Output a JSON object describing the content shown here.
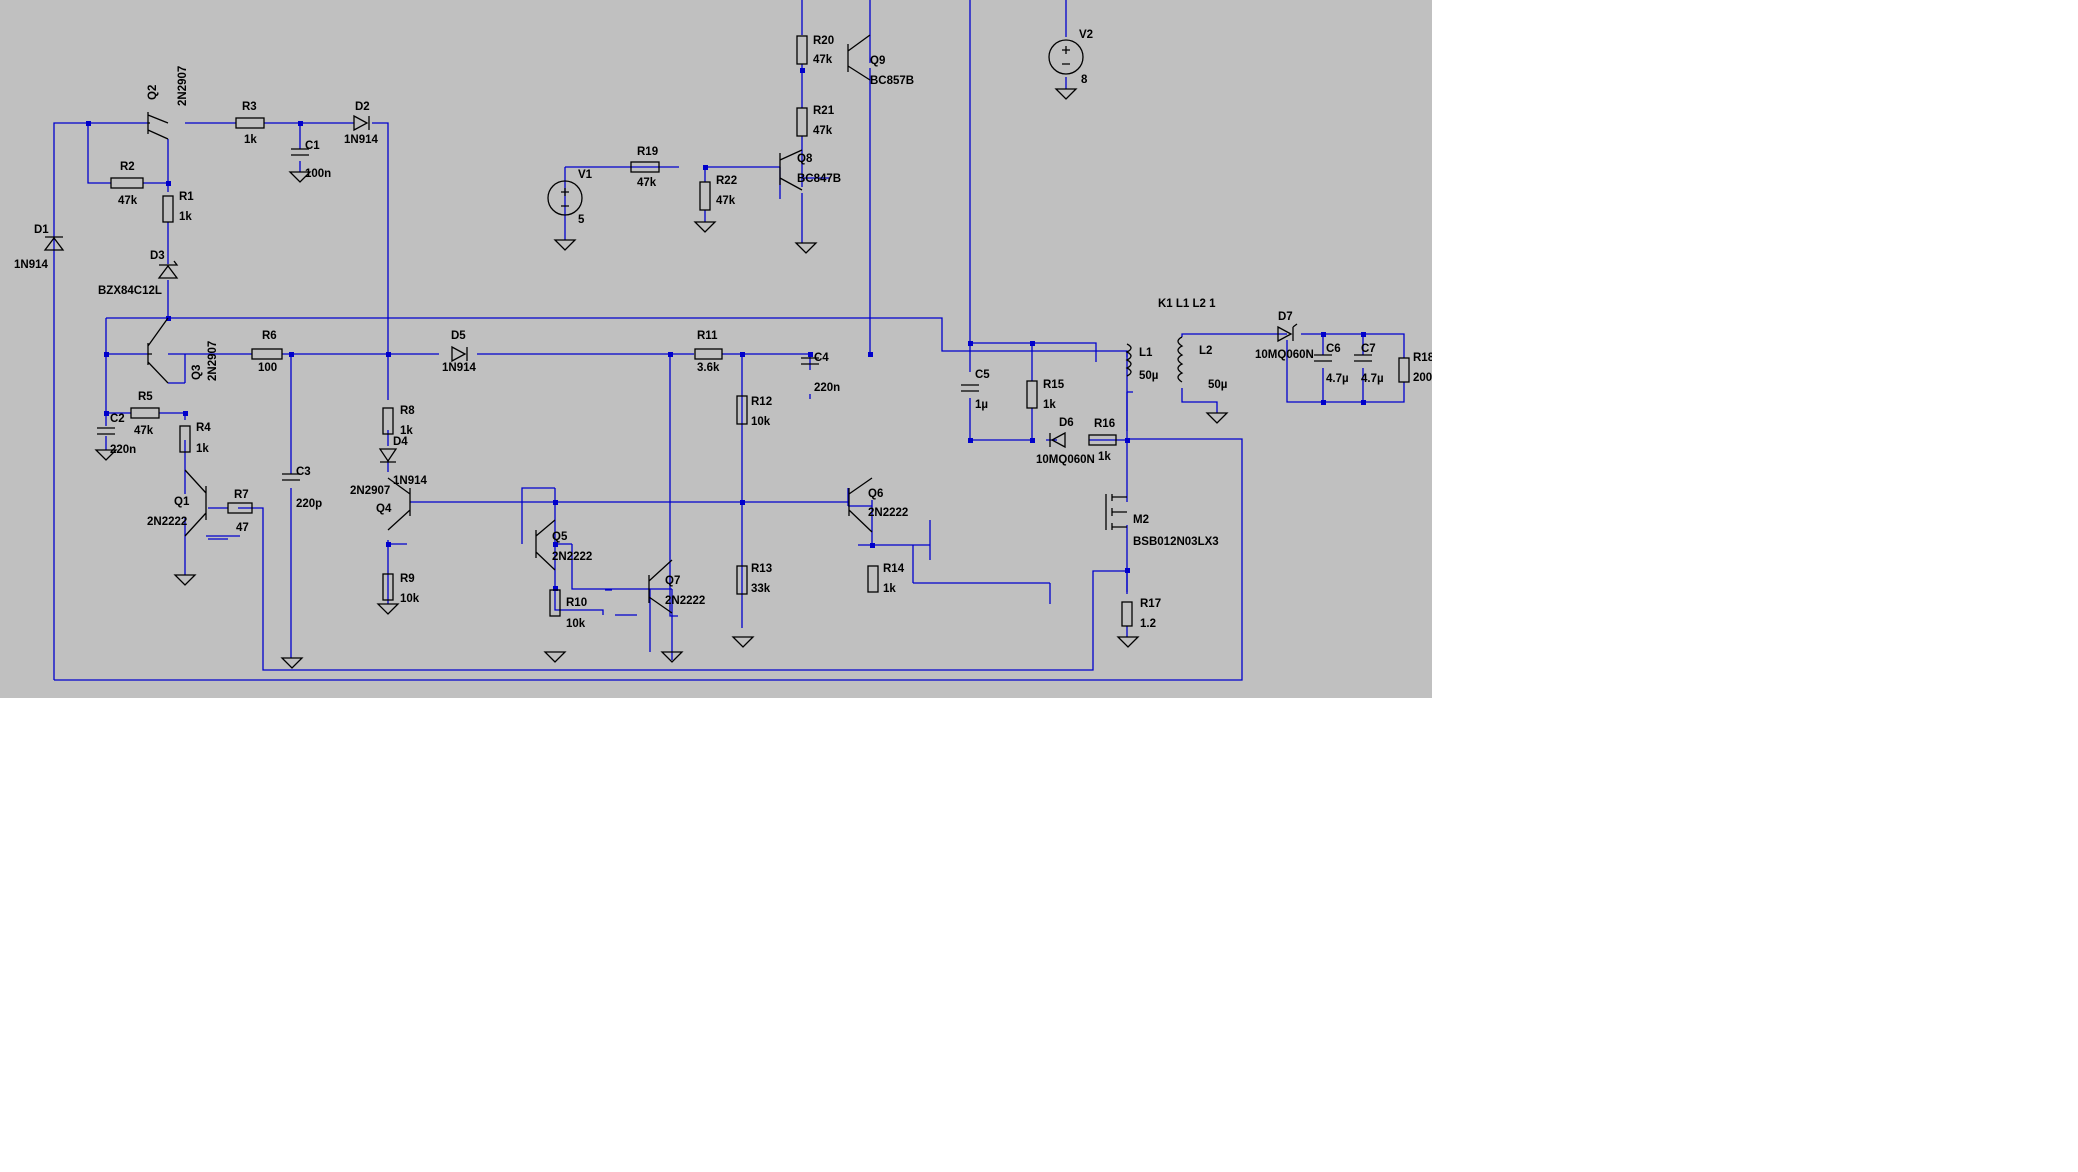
{
  "components": [
    {
      "ref": "Q2",
      "value": "2N2907",
      "kind": "pnp"
    },
    {
      "ref": "Q3",
      "value": "2N2907",
      "kind": "pnp"
    },
    {
      "ref": "Q4",
      "value": "2N2907",
      "kind": "pnp"
    },
    {
      "ref": "Q1",
      "value": "2N2222",
      "kind": "npn"
    },
    {
      "ref": "Q5",
      "value": "2N2222",
      "kind": "npn"
    },
    {
      "ref": "Q6",
      "value": "2N2222",
      "kind": "npn"
    },
    {
      "ref": "Q7",
      "value": "2N2222",
      "kind": "npn"
    },
    {
      "ref": "Q8",
      "value": "BC847B",
      "kind": "npn"
    },
    {
      "ref": "Q9",
      "value": "BC857B",
      "kind": "pnp"
    },
    {
      "ref": "M2",
      "value": "BSB012N03LX3",
      "kind": "nmos"
    },
    {
      "ref": "R1",
      "value": "1k"
    },
    {
      "ref": "R2",
      "value": "47k"
    },
    {
      "ref": "R3",
      "value": "1k"
    },
    {
      "ref": "R4",
      "value": "1k"
    },
    {
      "ref": "R5",
      "value": "47k"
    },
    {
      "ref": "R6",
      "value": "100"
    },
    {
      "ref": "R7",
      "value": "47"
    },
    {
      "ref": "R8",
      "value": "1k"
    },
    {
      "ref": "R9",
      "value": "10k"
    },
    {
      "ref": "R10",
      "value": "10k"
    },
    {
      "ref": "R11",
      "value": "3.6k"
    },
    {
      "ref": "R12",
      "value": "10k"
    },
    {
      "ref": "R13",
      "value": "33k"
    },
    {
      "ref": "R14",
      "value": "1k"
    },
    {
      "ref": "R15",
      "value": "1k"
    },
    {
      "ref": "R16",
      "value": "1k"
    },
    {
      "ref": "R17",
      "value": "1.2"
    },
    {
      "ref": "R18",
      "value": "200"
    },
    {
      "ref": "R19",
      "value": "47k"
    },
    {
      "ref": "R20",
      "value": "47k"
    },
    {
      "ref": "R21",
      "value": "47k"
    },
    {
      "ref": "R22",
      "value": "47k"
    },
    {
      "ref": "C1",
      "value": "100n"
    },
    {
      "ref": "C2",
      "value": "220n"
    },
    {
      "ref": "C3",
      "value": "220p"
    },
    {
      "ref": "C4",
      "value": "220n"
    },
    {
      "ref": "C5",
      "value": "1µ"
    },
    {
      "ref": "C6",
      "value": "4.7µ"
    },
    {
      "ref": "C7",
      "value": "4.7µ"
    },
    {
      "ref": "D1",
      "value": "1N914"
    },
    {
      "ref": "D2",
      "value": "1N914"
    },
    {
      "ref": "D3",
      "value": "BZX84C12L"
    },
    {
      "ref": "D4",
      "value": "1N914"
    },
    {
      "ref": "D5",
      "value": "1N914"
    },
    {
      "ref": "D6",
      "value": "10MQ060N"
    },
    {
      "ref": "D7",
      "value": "10MQ060N"
    },
    {
      "ref": "L1",
      "value": "50µ"
    },
    {
      "ref": "L2",
      "value": "50µ"
    },
    {
      "ref": "V1",
      "value": "5"
    },
    {
      "ref": "V2",
      "value": "8"
    }
  ],
  "directive": "K1 L1 L2  1"
}
